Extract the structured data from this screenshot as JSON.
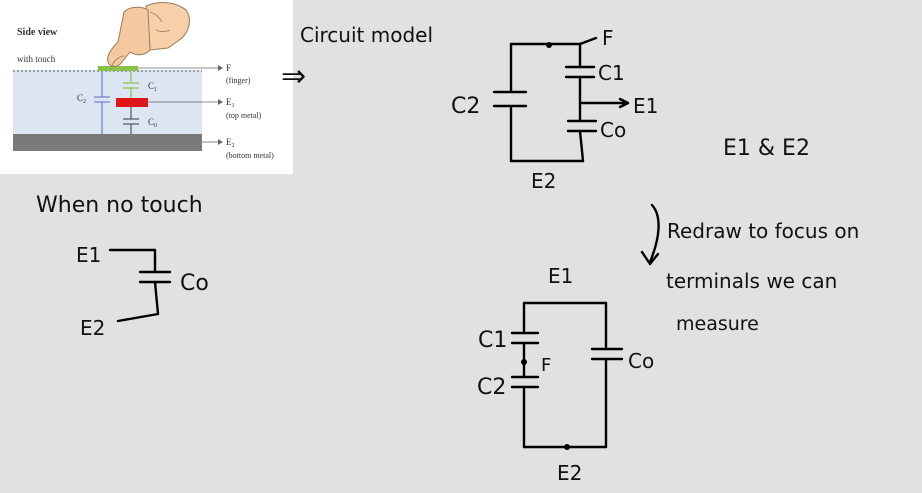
{
  "figure": {
    "title": "Side view",
    "subtitle": "with touch",
    "labels": {
      "f": "F",
      "f_desc": "(finger)",
      "e1": "E",
      "e1_sub": "1",
      "e1_desc": "(top metal)",
      "e2": "E",
      "e2_sub": "2",
      "e2_desc": "(bottom metal)",
      "c1": "C",
      "c1_sub": "1",
      "c0": "C",
      "c0_sub": "0",
      "c2": "C",
      "c2_sub": "2"
    },
    "colors": {
      "panel_bg": "#ffffff",
      "substrate": "#dbe6f2",
      "bottom_metal": "#7a7a7a",
      "top_metal": "#e0161d",
      "finger_pad": "#8ac249",
      "c1_line": "#8ac249",
      "c2_line": "#6a7fd0"
    },
    "icon": "finger-touch-icon"
  },
  "notes": {
    "arrow": "⇒",
    "circuit_model_title": "Circuit model",
    "model": {
      "f": "F",
      "c1": "C1",
      "c2": "C2",
      "c0": "Co",
      "e1": "E1",
      "e2": "E2"
    },
    "e1_e2_note": "E1 & E2",
    "no_touch_title": "When no touch",
    "no_touch": {
      "e1": "E1",
      "e2": "E2",
      "c0": "Co"
    },
    "redraw_line1": "Redraw to focus on",
    "redraw_line2": "terminals we can",
    "redraw_line3": "measure",
    "redrawn": {
      "e1": "E1",
      "e2": "E2",
      "c1": "C1",
      "c2": "C2",
      "f": "F",
      "c0": "Co"
    }
  }
}
